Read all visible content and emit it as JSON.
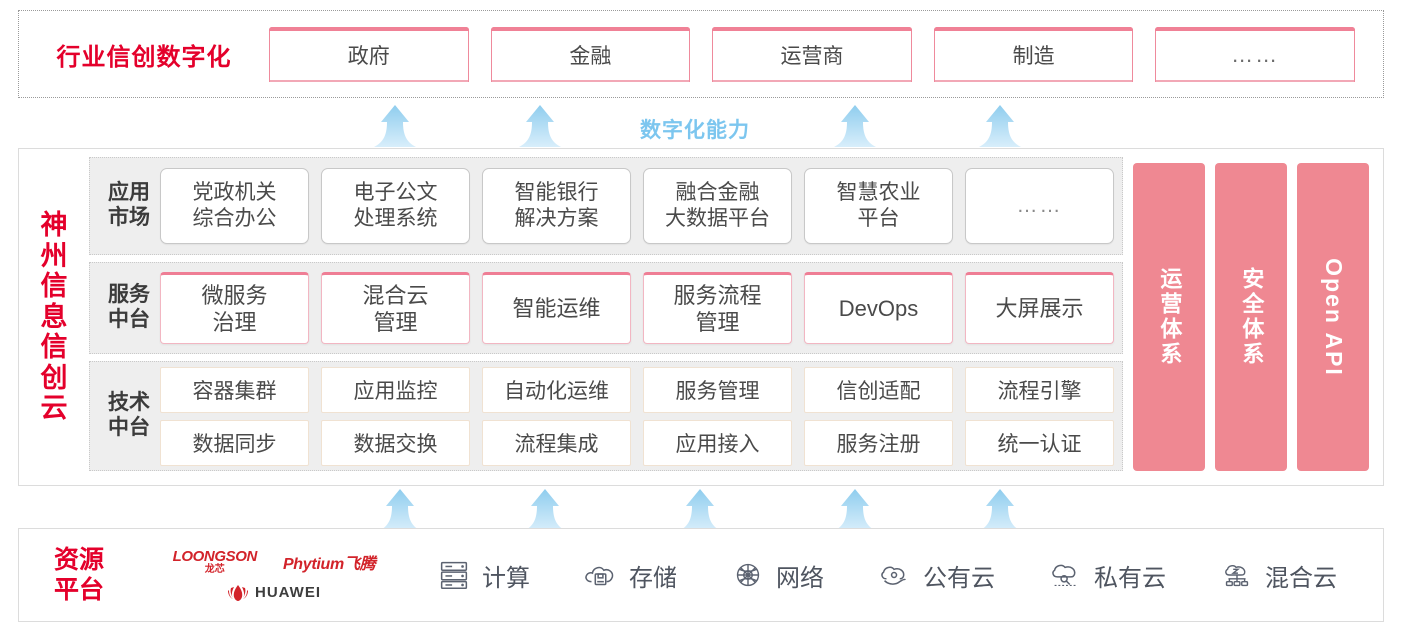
{
  "industry": {
    "title": "行业信创数字化",
    "cards": [
      {
        "label": "政府"
      },
      {
        "label": "金融"
      },
      {
        "label": "运营商"
      },
      {
        "label": "制造"
      },
      {
        "label": "……"
      }
    ]
  },
  "capability_label": "数字化能力",
  "cloud": {
    "title_chars": [
      "神",
      "州",
      "信",
      "息",
      "信",
      "创",
      "云"
    ],
    "layers": [
      {
        "key": "app",
        "label": "应用\n市场",
        "label_line1": "应用",
        "label_line2": "市场",
        "cards": [
          {
            "line1": "党政机关",
            "line2": "综合办公"
          },
          {
            "line1": "电子公文",
            "line2": "处理系统"
          },
          {
            "line1": "智能银行",
            "line2": "解决方案"
          },
          {
            "line1": "融合金融",
            "line2": "大数据平台"
          },
          {
            "line1": "智慧农业",
            "line2": "平台"
          },
          {
            "line1": "……",
            "line2": ""
          }
        ]
      },
      {
        "key": "service",
        "label_line1": "服务",
        "label_line2": "中台",
        "cards": [
          {
            "line1": "微服务",
            "line2": "治理"
          },
          {
            "line1": "混合云",
            "line2": "管理"
          },
          {
            "line1": "智能运维",
            "line2": ""
          },
          {
            "line1": "服务流程",
            "line2": "管理"
          },
          {
            "line1": "DevOps",
            "line2": ""
          },
          {
            "line1": "大屏展示",
            "line2": ""
          }
        ]
      },
      {
        "key": "tech",
        "label_line1": "技术",
        "label_line2": "中台",
        "row1": [
          "容器集群",
          "应用监控",
          "自动化运维",
          "服务管理",
          "信创适配",
          "流程引擎"
        ],
        "row2": [
          "数据同步",
          "数据交换",
          "流程集成",
          "应用接入",
          "服务注册",
          "统一认证"
        ]
      }
    ],
    "pillars": [
      {
        "text": "运营体系",
        "type": "cn"
      },
      {
        "text": "安全体系",
        "type": "cn"
      },
      {
        "text": "Open API",
        "type": "en"
      }
    ]
  },
  "resource": {
    "title_line1": "资源",
    "title_line2": "平台",
    "logos": [
      {
        "name": "loongson",
        "en": "LOONGSON",
        "cn": "龙芯"
      },
      {
        "name": "phytium",
        "text": "Phytium飞腾"
      },
      {
        "name": "huawei",
        "text": "HUAWEI"
      }
    ],
    "items": [
      {
        "icon": "server-icon",
        "label": "计算"
      },
      {
        "icon": "cloud-storage-icon",
        "label": "存储"
      },
      {
        "icon": "network-icon",
        "label": "网络"
      },
      {
        "icon": "public-cloud-icon",
        "label": "公有云"
      },
      {
        "icon": "private-cloud-icon",
        "label": "私有云"
      },
      {
        "icon": "hybrid-cloud-icon",
        "label": "混合云"
      }
    ]
  },
  "colors": {
    "brand_red": "#e4002b",
    "pillar_pink": "#ef8892",
    "card_pink_border": "#ef7e95",
    "arrow_blue": "#a8d8f0",
    "capability_blue": "#7cc6ef"
  },
  "arrows": {
    "top_positions": [
      395,
      540,
      855,
      1000
    ],
    "bottom_positions": [
      400,
      545,
      700,
      855,
      1000
    ]
  }
}
